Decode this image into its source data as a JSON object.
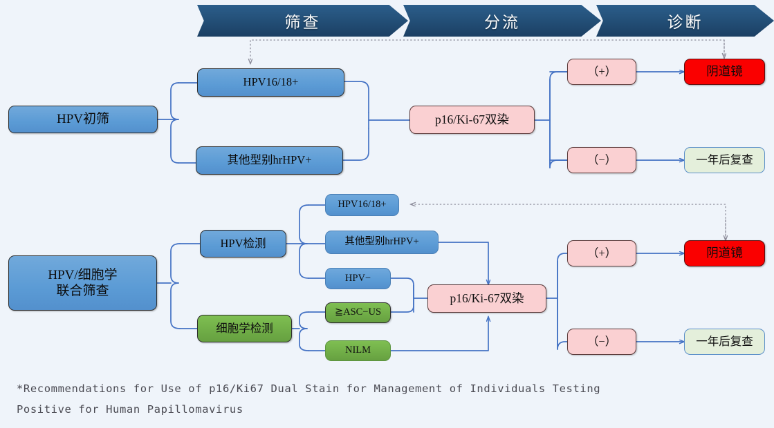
{
  "header": {
    "stages": [
      {
        "id": "screening",
        "label": "筛查"
      },
      {
        "id": "triage",
        "label": "分流"
      },
      {
        "id": "diagnosis",
        "label": "诊断"
      }
    ]
  },
  "colors": {
    "background": "#EFF4FA",
    "banner_navy": "#234F77",
    "node_blue": "#5B9BD5",
    "node_green": "#70AD47",
    "node_pink": "#FAD0D2",
    "node_red": "#FA0000",
    "node_palegreen": "#E4EFDB",
    "connector_blue": "#4472C4",
    "dotted_gray": "#8C8C9A"
  },
  "flow_top": {
    "root": {
      "id": "hpv-primary",
      "label": "HPV初筛"
    },
    "branches": [
      {
        "id": "hpv1618-pos-top",
        "label": "HPV16/18+"
      },
      {
        "id": "other-hrhpv-pos-top",
        "label": "其他型别hrHPV+"
      }
    ],
    "triage": {
      "id": "dual-stain-top",
      "label": "p16/Ki-67双染"
    },
    "results": [
      {
        "id": "dual-stain-positive-top",
        "label": "（+）"
      },
      {
        "id": "dual-stain-negative-top",
        "label": "（−）"
      }
    ],
    "outcomes": [
      {
        "id": "colposcopy-top",
        "label": "阴道镜"
      },
      {
        "id": "recheck-one-year-top",
        "label": "一年后复查"
      }
    ]
  },
  "flow_bottom": {
    "root": {
      "id": "cotesting",
      "label_line1": "HPV/细胞学",
      "label_line2": "联合筛查"
    },
    "methods": [
      {
        "id": "hpv-test",
        "label": "HPV检测"
      },
      {
        "id": "cytology-test",
        "label": "细胞学检测"
      }
    ],
    "hpv_results": [
      {
        "id": "hpv1618-pos-bottom",
        "label": "HPV16/18+"
      },
      {
        "id": "other-hrhpv-pos-bottom",
        "label": "其他型别hrHPV+"
      },
      {
        "id": "hpv-negative",
        "label": "HPV−"
      }
    ],
    "cytology_results": [
      {
        "id": "asc-us-or-worse",
        "label": "≧ASC−US"
      },
      {
        "id": "nilm",
        "label": "NILM"
      }
    ],
    "triage": {
      "id": "dual-stain-bottom",
      "label": "p16/Ki-67双染"
    },
    "results": [
      {
        "id": "dual-stain-positive-bottom",
        "label": "（+）"
      },
      {
        "id": "dual-stain-negative-bottom",
        "label": "（−）"
      }
    ],
    "outcomes": [
      {
        "id": "colposcopy-bottom",
        "label": "阴道镜"
      },
      {
        "id": "recheck-one-year-bottom",
        "label": "一年后复查"
      }
    ]
  },
  "footnote": {
    "line1": "*Recommendations for Use of p16/Ki67 Dual Stain for Management of Individuals Testing",
    "line2": "Positive for Human Papillomavirus"
  }
}
